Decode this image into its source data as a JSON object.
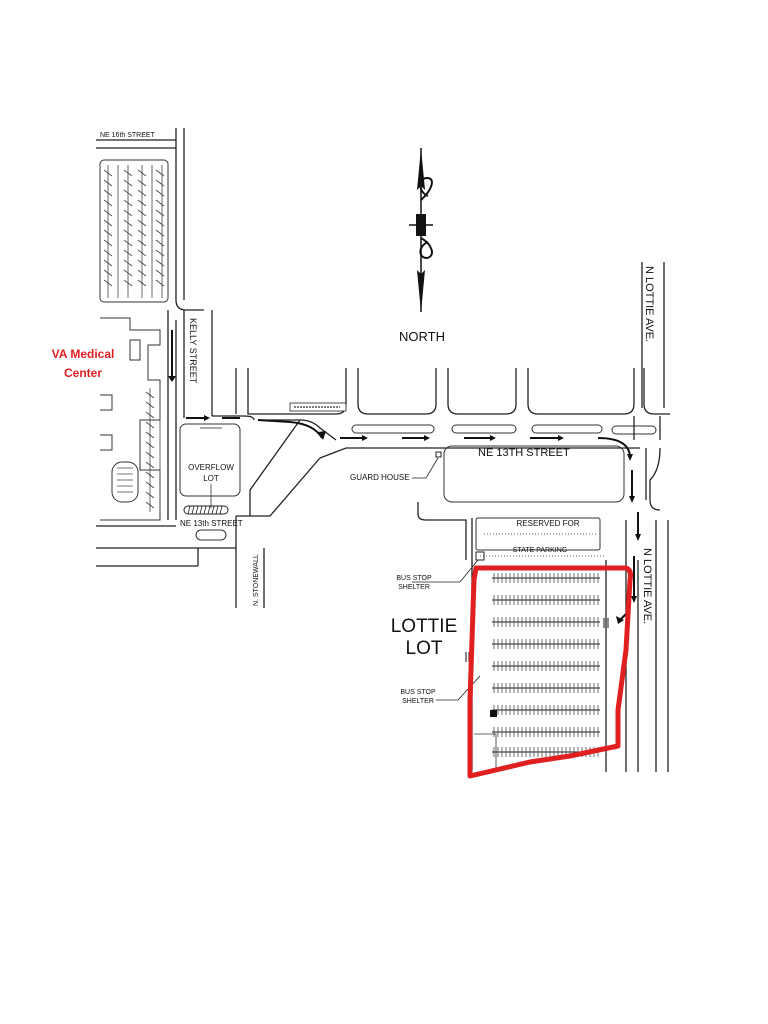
{
  "map": {
    "callout_va": [
      "VA Medical",
      "Center"
    ],
    "north_label": "NORTH",
    "streets": {
      "ne_16th": "NE 16th STREET",
      "kelly": "KELLY STREET",
      "ne_13th": "NE 13TH STREET",
      "ne_13th_west": "NE 13th STREET",
      "n_lottie_ave": "N LOTTIE AVE.",
      "n_stonewall": "N. STONEWALL"
    },
    "labels": {
      "overflow_lot": [
        "OVERFLOW",
        "LOT"
      ],
      "guard_house": "GUARD HOUSE",
      "reserved_for": "RESERVED FOR",
      "state_parking": "STATE PARKING",
      "bus_stop_shelter_1": [
        "BUS STOP",
        "SHELTER"
      ],
      "bus_stop_shelter_2": [
        "BUS STOP",
        "SHELTER"
      ],
      "lottie_lot": [
        "LOTTIE",
        "LOT"
      ]
    },
    "colors": {
      "highlight": "#e02020",
      "callout_text": "#e02020",
      "lines": "#222222"
    }
  }
}
